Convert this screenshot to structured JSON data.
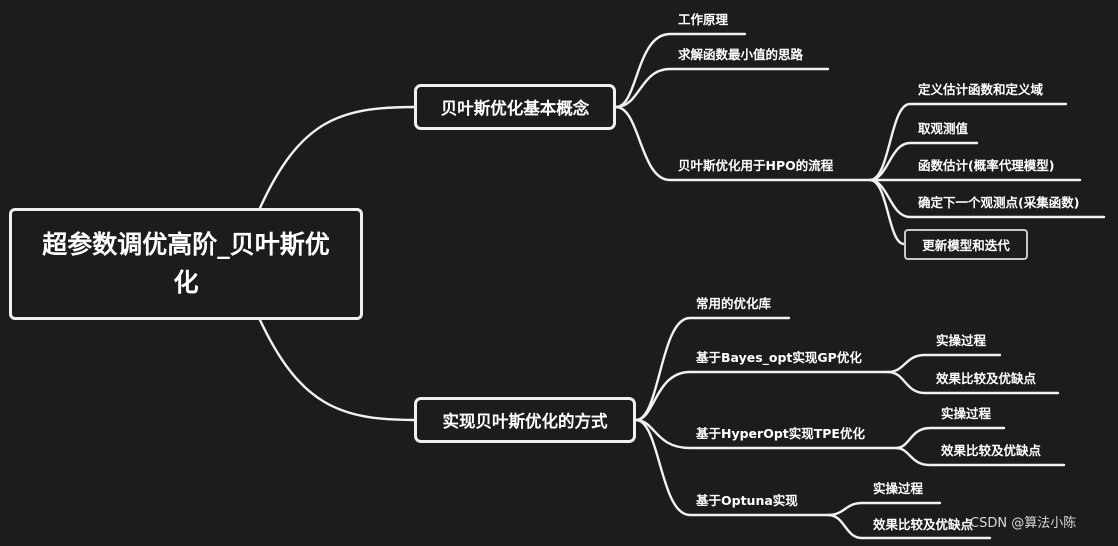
{
  "root": {
    "label": "超参数调优高阶_贝叶斯优化"
  },
  "branches": [
    {
      "label": "贝叶斯优化基本概念",
      "children": [
        {
          "label": "工作原理"
        },
        {
          "label": "求解函数最小值的思路"
        },
        {
          "label": "贝叶斯优化用于HPO的流程",
          "children": [
            {
              "label": "定义估计函数和定义域"
            },
            {
              "label": "取观测值"
            },
            {
              "label": "函数估计(概率代理模型)"
            },
            {
              "label": "确定下一个观测点(采集函数)"
            },
            {
              "label": "更新模型和迭代",
              "selected": true
            }
          ]
        }
      ]
    },
    {
      "label": "实现贝叶斯优化的方式",
      "children": [
        {
          "label": "常用的优化库"
        },
        {
          "label": "基于Bayes_opt实现GP优化",
          "children": [
            {
              "label": "实操过程"
            },
            {
              "label": "效果比较及优缺点"
            }
          ]
        },
        {
          "label": "基于HyperOpt实现TPE优化",
          "children": [
            {
              "label": "实操过程"
            },
            {
              "label": "效果比较及优缺点"
            }
          ]
        },
        {
          "label": "基于Optuna实现",
          "children": [
            {
              "label": "实操过程"
            },
            {
              "label": "效果比较及优缺点"
            }
          ]
        }
      ]
    }
  ],
  "watermark": "CSDN @算法小陈",
  "colors": {
    "background": "#1c1c1c",
    "line": "#f2f2f2",
    "text": "#ffffff"
  }
}
